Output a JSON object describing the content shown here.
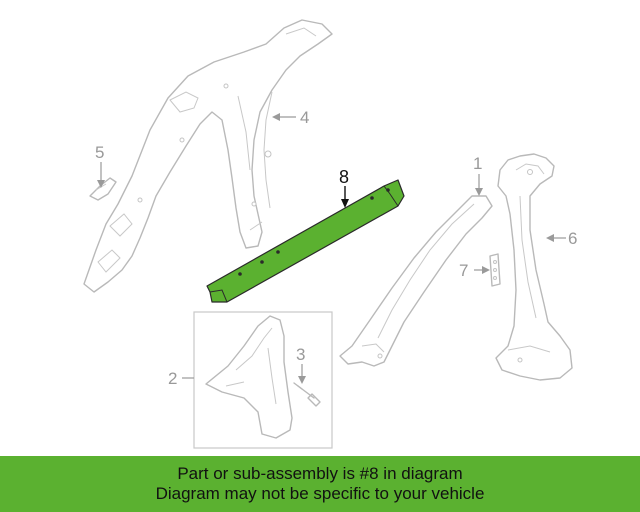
{
  "callouts": {
    "c1": "1",
    "c2": "2",
    "c3": "3",
    "c4": "4",
    "c5": "5",
    "c6": "6",
    "c7": "7",
    "c8": "8"
  },
  "highlight_color": "#5bb130",
  "banner": {
    "line1": "Part or sub-assembly is #8 in diagram",
    "line2": "Diagram may not be specific to your vehicle"
  }
}
